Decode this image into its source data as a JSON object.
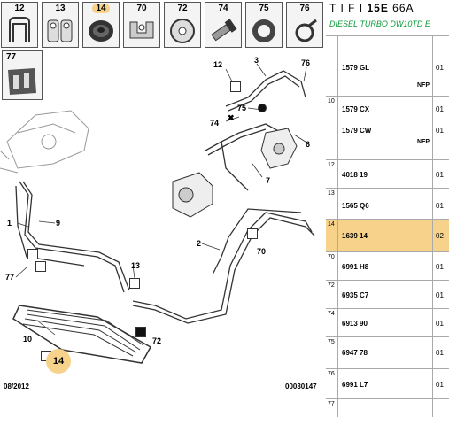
{
  "thumbnails": [
    {
      "num": "12",
      "icon": "clip-icon"
    },
    {
      "num": "13",
      "icon": "double-clip-icon"
    },
    {
      "num": "14",
      "icon": "grommet-icon",
      "highlight": true
    },
    {
      "num": "70",
      "icon": "bracket-icon"
    },
    {
      "num": "72",
      "icon": "washer-icon"
    },
    {
      "num": "74",
      "icon": "bolt-icon"
    },
    {
      "num": "75",
      "icon": "seal-ring-icon"
    },
    {
      "num": "76",
      "icon": "hose-clamp-icon"
    }
  ],
  "thumbnail_77": {
    "num": "77",
    "icon": "mounting-block-icon"
  },
  "callouts": {
    "c12": "12",
    "c3": "3",
    "c76": "76",
    "c75": "75",
    "c74": "74",
    "c6": "6",
    "c7": "7",
    "c1": "1",
    "c9": "9",
    "c2": "2",
    "c70": "70",
    "c77": "77",
    "c13": "13",
    "c10": "10",
    "c72": "72",
    "c14": "14"
  },
  "footer": {
    "date": "08/2012",
    "ref": "00030147"
  },
  "header": {
    "prefix": "T I F I",
    "code": "15E",
    "suffix": "66A",
    "subtitle": "DIESEL TURBO DW10TD E"
  },
  "parts": [
    {
      "num": "",
      "lines": [
        {
          "ref": "1579 GL",
          "qty": "01",
          "nfp": "NFP"
        }
      ]
    },
    {
      "num": "10",
      "lines": [
        {
          "ref": "1579 CX",
          "qty": "01"
        },
        {
          "ref": "1579 CW",
          "qty": "01",
          "nfp": "NFP"
        }
      ]
    },
    {
      "num": "12",
      "lines": [
        {
          "ref": "4018 19",
          "qty": "01"
        }
      ]
    },
    {
      "num": "13",
      "lines": [
        {
          "ref": "1565 Q6",
          "qty": "01"
        }
      ]
    },
    {
      "num": "14",
      "lines": [
        {
          "ref": "1639 14",
          "qty": "02"
        }
      ],
      "selected": true
    },
    {
      "num": "70",
      "lines": [
        {
          "ref": "6991 H8",
          "qty": "01"
        }
      ]
    },
    {
      "num": "72",
      "lines": [
        {
          "ref": "6935 C7",
          "qty": "01"
        }
      ]
    },
    {
      "num": "74",
      "lines": [
        {
          "ref": "6913 90",
          "qty": "01"
        }
      ]
    },
    {
      "num": "75",
      "lines": [
        {
          "ref": "6947 78",
          "qty": "01"
        }
      ]
    },
    {
      "num": "76",
      "lines": [
        {
          "ref": "6991 L7",
          "qty": "01"
        }
      ]
    },
    {
      "num": "77",
      "lines": []
    }
  ]
}
